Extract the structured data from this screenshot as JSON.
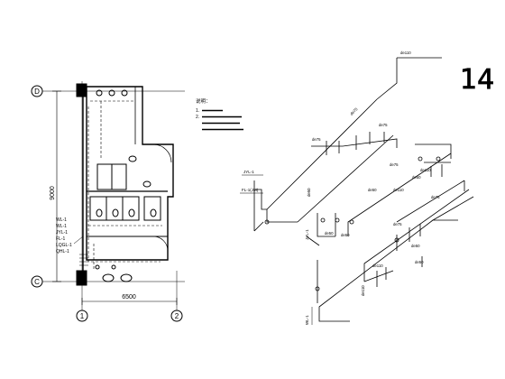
{
  "sheet": {
    "number": "14"
  },
  "plan": {
    "axis_top": "D",
    "axis_bottom": "C",
    "axis_left": "1",
    "axis_right": "2",
    "dim_vertical": "9000",
    "dim_horizontal": "6500",
    "pipe_labels": [
      "WL-1",
      "WL-1",
      "JYL-1",
      "FL-1",
      "LQGL-1",
      "QHL-1"
    ]
  },
  "notes": {
    "title": "说明：",
    "lines": [
      "1.",
      "2."
    ]
  },
  "riser": {
    "left_labels": [
      "JYL-1",
      "FL-1(JM)",
      "JYL-1"
    ],
    "bottom_label": "WL-1",
    "dims": [
      "de110",
      "de75",
      "de75",
      "de75",
      "de75",
      "de50",
      "de50",
      "de50",
      "de110",
      "de110",
      "de50",
      "de50",
      "de75",
      "de75",
      "de50",
      "de110",
      "de50",
      "de110"
    ]
  }
}
